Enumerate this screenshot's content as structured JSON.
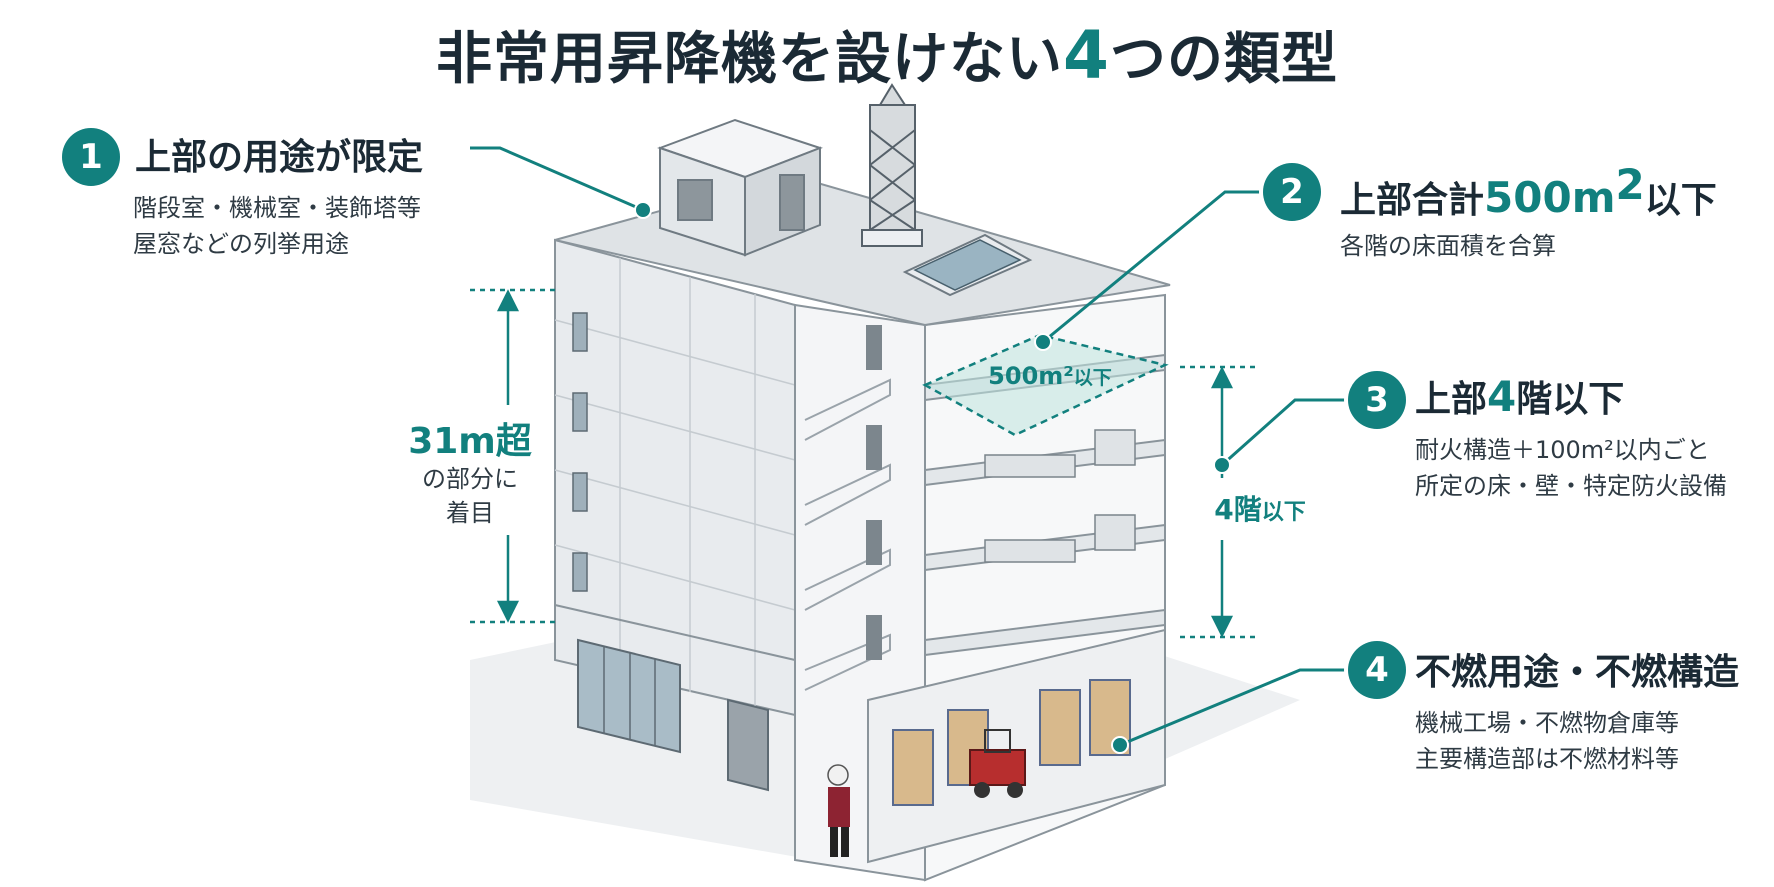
{
  "title": {
    "prefix": "非常用昇降機を設けない",
    "number": "4",
    "suffix": "つの類型"
  },
  "items": [
    {
      "number": "1",
      "title": "上部の用途が限定",
      "desc": [
        "階段室・機械室・装飾塔等",
        "屋窓などの列挙用途"
      ]
    },
    {
      "number": "2",
      "title_prefix": "上部合計",
      "title_accent": "500",
      "title_unit": "m",
      "title_sup": "2",
      "title_suffix": "以下",
      "desc": [
        "各階の床面積を合算"
      ]
    },
    {
      "number": "3",
      "title_prefix": "上部",
      "title_accent": "4",
      "title_suffix": "階以下",
      "desc": [
        "耐火構造＋100m²以内ごと",
        "所定の床・壁・特定防火設備"
      ]
    },
    {
      "number": "4",
      "title": "不燃用途・不燃構造",
      "desc": [
        "機械工場・不燃物倉庫等",
        "主要構造部は不燃材料等"
      ]
    }
  ],
  "height_label": {
    "value": "31m超",
    "sub": [
      "の部分に",
      "着目"
    ]
  },
  "floors_label": {
    "value": "4階",
    "suffix": "以下"
  },
  "area_label": {
    "value": "500m²",
    "suffix": "以下"
  },
  "colors": {
    "accent": "#12807e",
    "text": "#1b2a35",
    "building": "#eceff2",
    "line": "#6d7880"
  }
}
